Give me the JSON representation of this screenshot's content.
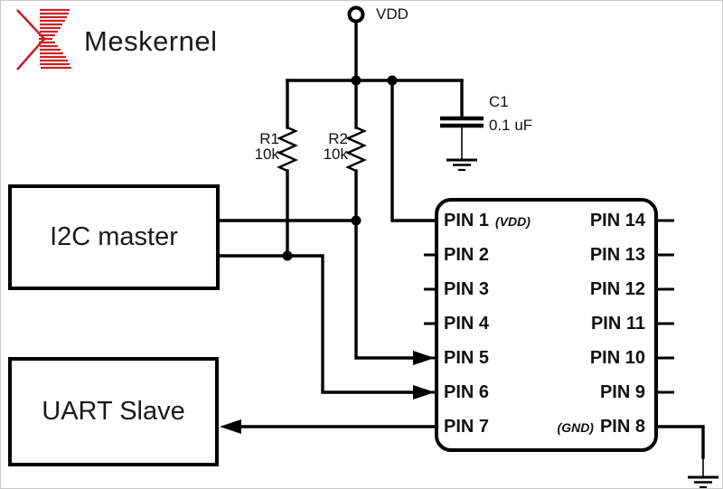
{
  "logo": {
    "brand": "Meskernel",
    "mark_color": "#cc2027"
  },
  "power": {
    "vdd_label": "VDD"
  },
  "components": {
    "r1": {
      "name": "R1",
      "value": "10k"
    },
    "r2": {
      "name": "R2",
      "value": "10k"
    },
    "c1": {
      "name": "C1",
      "value": "0.1 uF"
    }
  },
  "blocks": {
    "i2c_master": {
      "label": "I2C master"
    },
    "uart_slave": {
      "label": "UART Slave"
    }
  },
  "ic": {
    "left_pins": [
      {
        "label": "PIN 1",
        "suffix": "(VDD)"
      },
      {
        "label": "PIN 2"
      },
      {
        "label": "PIN 3"
      },
      {
        "label": "PIN 4"
      },
      {
        "label": "PIN 5"
      },
      {
        "label": "PIN 6"
      },
      {
        "label": "PIN 7"
      }
    ],
    "right_pins": [
      {
        "label": "PIN 14"
      },
      {
        "label": "PIN 13"
      },
      {
        "label": "PIN 12"
      },
      {
        "label": "PIN 11"
      },
      {
        "label": "PIN 10"
      },
      {
        "label": "PIN 9"
      },
      {
        "prefix": "(GND)",
        "label": "PIN 8"
      }
    ]
  },
  "colors": {
    "wire": "#000000",
    "page_border": "#c9c9c9",
    "logo_red": "#cc2027"
  }
}
